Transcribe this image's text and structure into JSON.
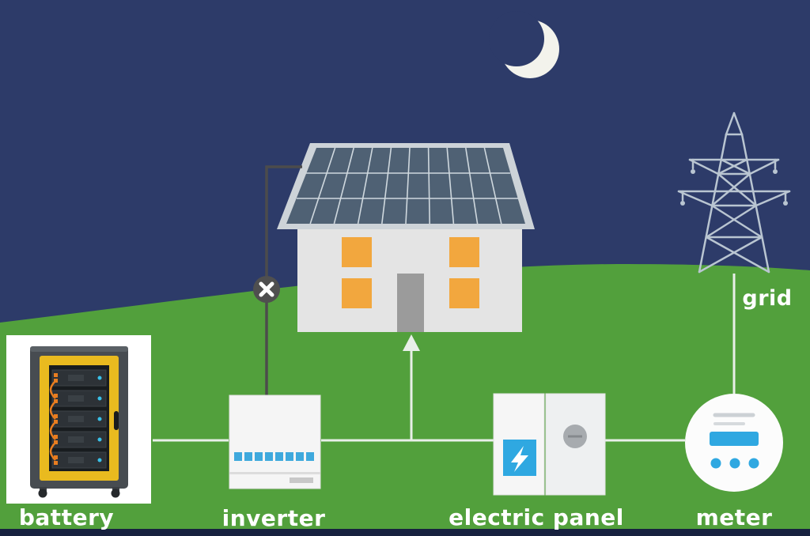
{
  "scene": {
    "description": "Night-time home energy flow diagram: battery feeds inverter, electric panel, meter and grid; solar panel feed is blocked (X)",
    "labels": {
      "battery": "battery",
      "inverter": "inverter",
      "electric_panel": "electric panel",
      "meter": "meter",
      "grid": "grid"
    },
    "icons": {
      "moon": "crescent-moon-icon",
      "blocked": "x-blocked-badge-icon",
      "lightning": "lightning-bolt-icon",
      "arrow": "up-arrow-icon"
    },
    "colors": {
      "sky": "#2d3b69",
      "grass": "#52a03c",
      "moon": "#f3f3ec",
      "house_wall": "#e4e4e4",
      "window_orange": "#f2a73e",
      "door_gray": "#9b9b9b",
      "solar_panel": "#4f6174",
      "panel_grid": "#cfd8de",
      "roof_trim": "#cdd3d8",
      "tower_gray": "#b9c5d1",
      "wire_light": "#e8efe8",
      "wire_dark": "#4c4c4c",
      "accent_blue": "#2fa8e1",
      "battery_yellow": "#e9ba1f",
      "letterbox": "#17213f"
    }
  }
}
